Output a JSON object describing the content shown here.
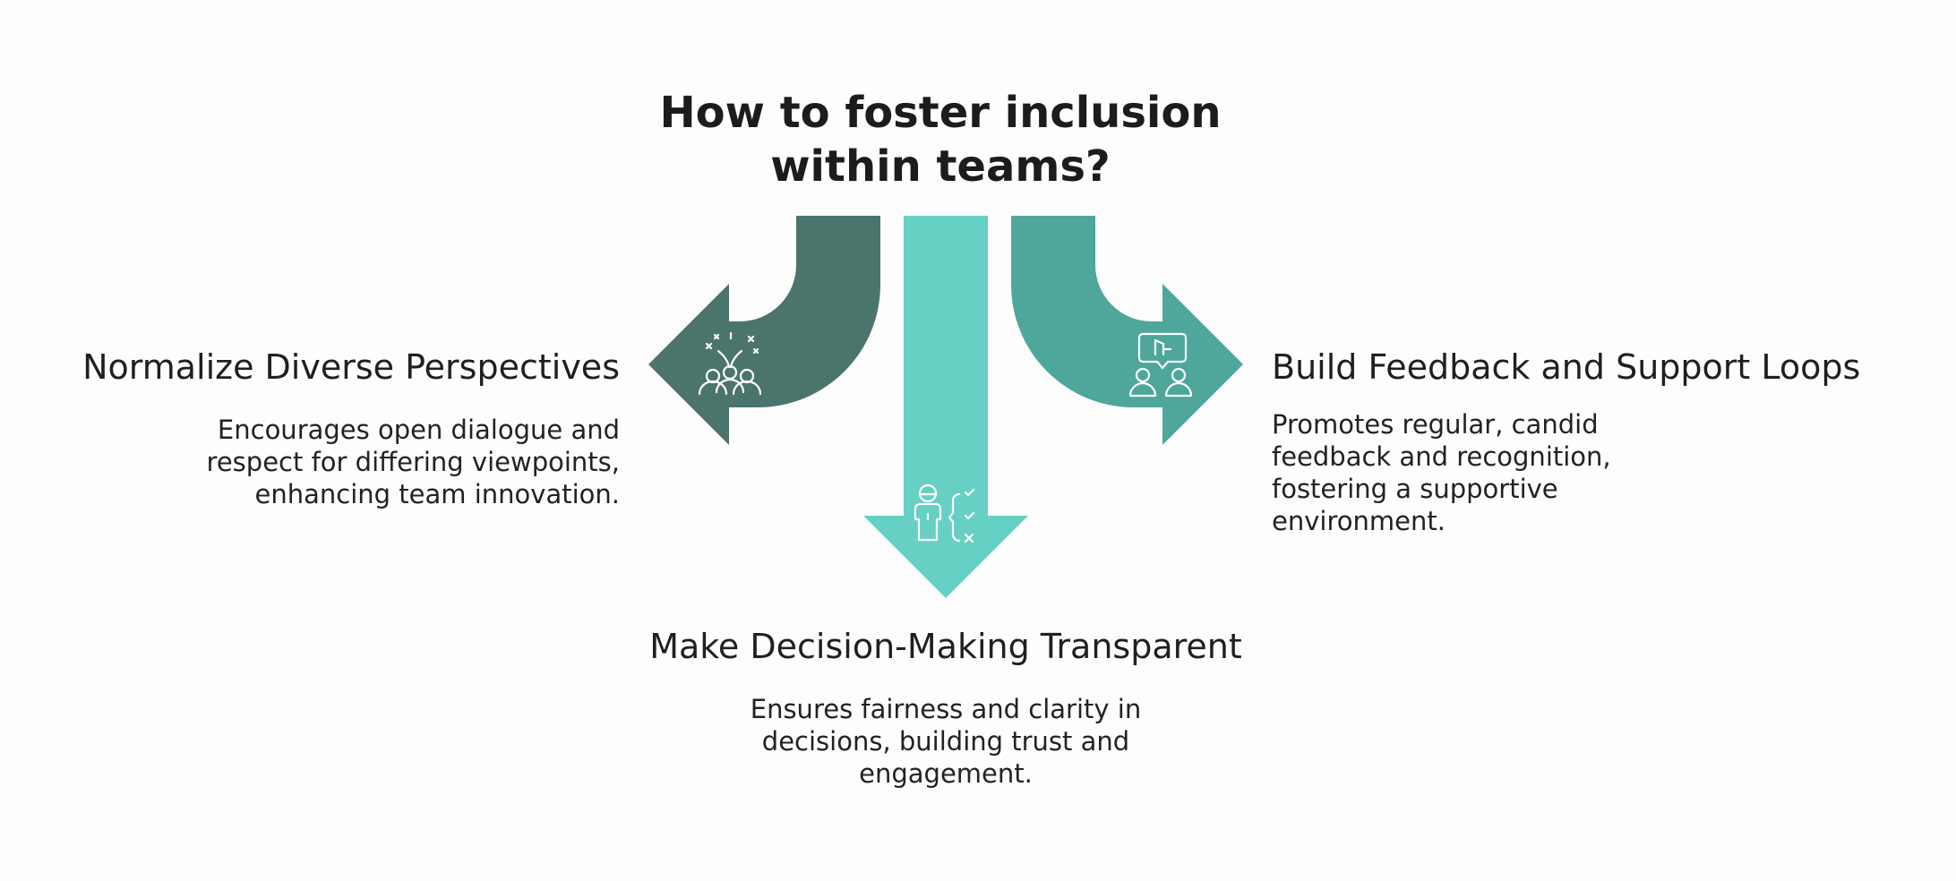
{
  "title": [
    "How to foster inclusion",
    "within teams?"
  ],
  "colors": {
    "left_arrow": "#4b746d",
    "center_arrow": "#66d0c4",
    "right_arrow": "#4fa69b",
    "icon_stroke": "#ffffff"
  },
  "left": {
    "heading": "Normalize Diverse Perspectives",
    "description": [
      "Encourages open dialogue and",
      "respect for differing viewpoints,",
      "enhancing team innovation."
    ],
    "icon": "celebrating-team-icon"
  },
  "center": {
    "heading": "Make Decision-Making Transparent",
    "description": [
      "Ensures fairness and clarity in",
      "decisions, building trust and",
      "engagement."
    ],
    "icon": "decision-checklist-icon"
  },
  "right": {
    "heading": "Build Feedback and Support Loops",
    "description": [
      "Promotes regular, candid",
      "feedback and recognition,",
      "fostering a supportive",
      "environment."
    ],
    "icon": "feedback-conversation-icon"
  }
}
